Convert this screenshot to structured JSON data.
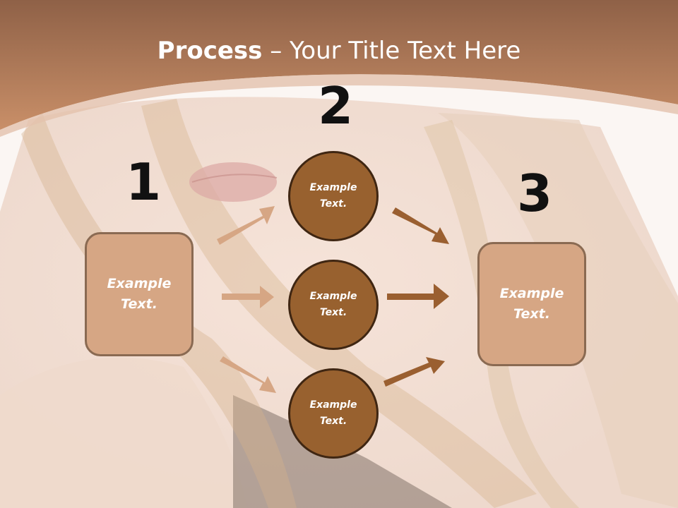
{
  "title": {
    "bold": "Process",
    "dash": " – ",
    "rest": "Your Title Text Here"
  },
  "steps": {
    "one": "1",
    "two": "2",
    "three": "3"
  },
  "left_box": {
    "line1": "Example",
    "line2": "Text."
  },
  "right_box": {
    "line1": "Example",
    "line2": "Text."
  },
  "circles": [
    {
      "line1": "Example",
      "line2": "Text."
    },
    {
      "line1": "Example",
      "line2": "Text."
    },
    {
      "line1": "Example",
      "line2": "Text."
    }
  ],
  "colors": {
    "header": "#a87050",
    "box_fill": "#d6a684",
    "box_border": "#8a6a52",
    "circle_fill": "#98612f",
    "circle_border": "#3f2612",
    "arrow_light": "#d6a684",
    "arrow_dark": "#9a5f30"
  }
}
